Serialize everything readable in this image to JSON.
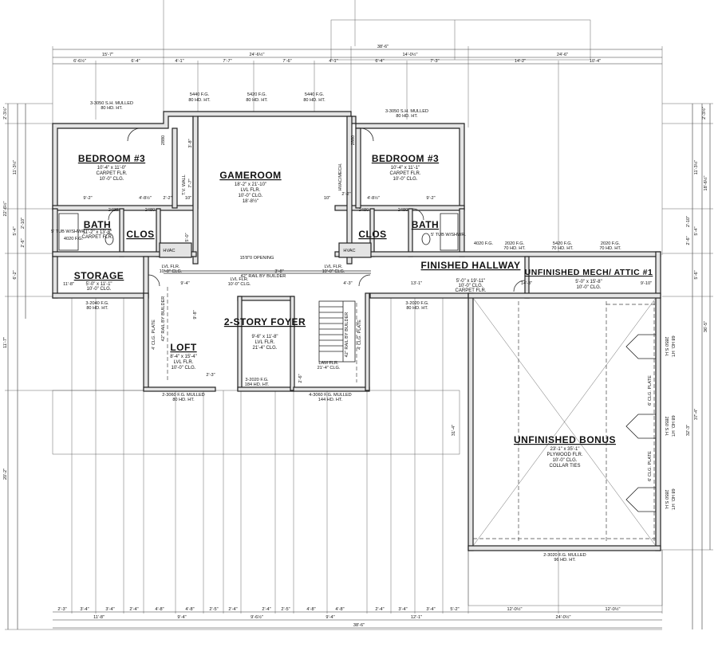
{
  "dimensions": {
    "top_overall": "38'-6\"",
    "top_row2": [
      "15'-7\"",
      "24'-6½\"",
      "14'-0½\"",
      "24'-6\""
    ],
    "top_row3": [
      "6'-6½\"",
      "6'-4\"",
      "4'-1\"",
      "7'-7\"",
      "7'-6\"",
      "4'-1\"",
      "6'-4\"",
      "7'-3\"",
      "14'-2\"",
      "10'-4\""
    ],
    "bottom_row1": [
      "2'-3\"",
      "3'-4\"",
      "3'-4\"",
      "2'-4\"",
      "4'-8\"",
      "4'-8\"",
      "2'-5\"",
      "2'-4\"",
      "2'-4\"",
      "2'-5\"",
      "4'-8\"",
      "4'-8\"",
      "2'-4\"",
      "3'-4\"",
      "3'-4\"",
      "5'-2\"",
      "12'-0½\"",
      "12'-0½\""
    ],
    "bottom_row2": [
      "11'-8\"",
      "9'-4\"",
      "9'-6½\"",
      "9'-4\"",
      "12'-1\"",
      "24'-0½\""
    ],
    "bottom_overall": "38'-6\"",
    "left": [
      "2'-3½\"",
      "11'-3½\"",
      "22'-6½\"",
      "2'-10\"",
      "5'-4\"",
      "2'-6\"",
      "6'-2\"",
      "11'-7\"",
      "20'-2\""
    ],
    "right": [
      "2'-3½\"",
      "11'-3½\"",
      "18'-6½\"",
      "2'-10\"",
      "5'-4\"",
      "2'-6\"",
      "5'-6\"",
      "36'-5\"",
      "37'-4\"",
      "32'-3\""
    ],
    "center_vertical": "31'-4\""
  },
  "rooms": {
    "bedroom_left": {
      "name": "BEDROOM #3",
      "size": "10'-4\" x 11'-0\"",
      "floor": "CARPET FLR.",
      "ceiling": "10'-0\" CLG."
    },
    "bedroom_right": {
      "name": "BEDROOM #3",
      "size": "10'-4\" x 11'-1\"",
      "floor": "CARPET FLR.",
      "ceiling": "10'-0\" CLG."
    },
    "gameroom": {
      "name": "GAMEROOM",
      "size": "18'-2\" x 21'-10\"",
      "floor": "LVL FLR.",
      "ceiling": "10'-0\" CLG.",
      "extra": "18'-8½\""
    },
    "bath_left": {
      "name": "BATH",
      "size": "11'-2\" x 13'-8\"",
      "floor": "CARPET FLR.",
      "tub": "5' TUB W/SHWR."
    },
    "bath_right": {
      "name": "BATH",
      "tub": "5' TUB W/SHWR."
    },
    "clos_left": {
      "name": "CLOS"
    },
    "clos_right": {
      "name": "CLOS"
    },
    "storage": {
      "name": "STORAGE",
      "size": "5'-0\" x 11'-1\"",
      "ceiling": "10'-0\" CLG."
    },
    "finished_hallway": {
      "name": "FINISHED HALLWAY",
      "size": "5'-0\" x 19'-11\"",
      "ceiling": "10'-0\" CLG.",
      "floor": "CARPET FLR."
    },
    "unfinished_mech": {
      "name": "UNFINISHED MECH/ ATTIC #1",
      "size": "5'-0\" x 15'-8\"",
      "ceiling": "10'-0\" CLG."
    },
    "foyer": {
      "name": "2-STORY FOYER",
      "size": "9'-6\" x 11'-8\"",
      "floor": "LVL FLR.",
      "ceiling": "21'-4\" CLG."
    },
    "loft": {
      "name": "LOFT",
      "size": "8'-4\" x 15'-4\"",
      "floor": "LVL FLR.",
      "ceiling": "10'-0\" CLG."
    },
    "bonus": {
      "name": "UNFINISHED BONUS",
      "size": "23'-1\" x 35'-1\"",
      "floor": "PLYWOOD FLR.",
      "ceiling": "10'-0\" CLG.",
      "extra": "COLLAR TIES"
    }
  },
  "notes": {
    "win_5440_a": "5440 F.G.",
    "win_5420": "5420 F.G.",
    "win_5440_b": "5440 F.G.",
    "win_80_ht": "80 HD. HT.",
    "mulled_left": "3-3050 S.H. MULLED",
    "mulled_right": "3-3050 S.H. MULLED",
    "mulled_ht": "80 HD. HT.",
    "tv_wall": "T.V. WALL",
    "hvac_mech": "HVAC/MECH.",
    "door_2880": "2880",
    "door_2480": "2480",
    "hvac": "HVAC",
    "lvl_flr": "LVL FLR.",
    "clg_10": "10'-0\" CLG.",
    "opening": "15'8\"0 OPENING",
    "rail": "42\" RAIL BY BUILDER",
    "win_4020_left": "4020 F.G.",
    "win_4020_right": "4020 F.G.",
    "ht_80": "80 HD. HT.",
    "win_2020_a": "2020 F.G.",
    "win_5420_b": "5420 F.G.",
    "win_2020_b": "2020 F.G.",
    "ht_70": "70 HD. HT.",
    "win_3040": "3-2040 F.G.",
    "win_3020": "3-2020 F.G.",
    "rail_vertical": "42\" RAIL BY BUILDER",
    "clg_plate": "4' CLG. PLATE",
    "loft_win": "2-3060 F.G. MULLED",
    "foyer_win": "3-2020 F.G.",
    "foyer_win_ht": "184 HD. HT.",
    "stair_win": "4-3060 F.G. MULLED",
    "stair_win_ht": "144 HD. HT.",
    "lam_flr": "LAM FLR.",
    "lam_clg": "21'-4\" CLG.",
    "stair_rail": "42\" RAIL BY BUILDER",
    "bonus_win": "2-3020 F.G. MULLED",
    "bonus_win_ht": "96 HD. HT.",
    "sh_2850": "2850 S.H.",
    "sh_ht": "68 HD. HT.",
    "plate_6": "6' CLG. PLATE",
    "dims_misc": [
      "9'-2\"",
      "4'-8½\"",
      "2'-2\"",
      "4'-8½\"",
      "9'-2\"",
      "11'-8\"",
      "9'-4\"",
      "4'-3\"",
      "13'-1\"",
      "14'-3\"",
      "9'-10\"",
      "3'-8\"",
      "10\"",
      "10\"",
      "2'-2\"",
      "2'-3\"",
      "5'-0\"",
      "7'-7\"",
      "2'-6\"",
      "3'-8\"",
      "9'-8\""
    ]
  }
}
